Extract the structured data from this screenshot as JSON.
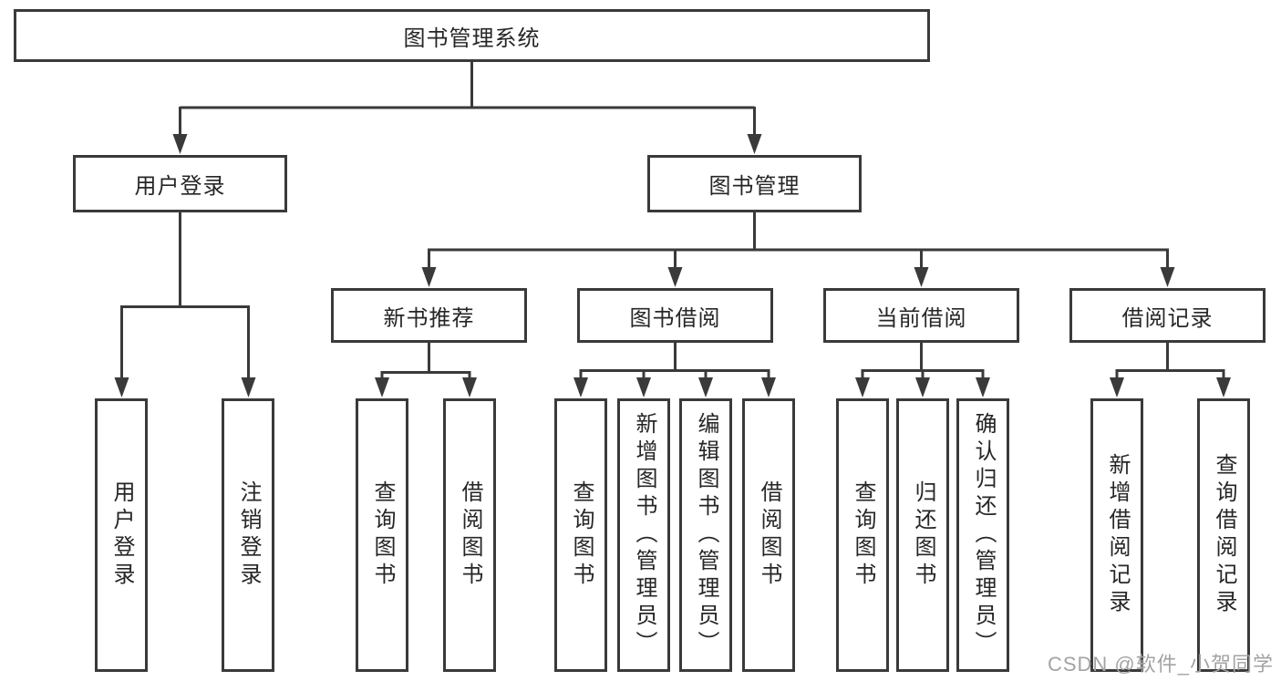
{
  "diagram": {
    "tree": {
      "label": "图书管理系统",
      "children": [
        {
          "label": "用户登录",
          "children": [
            {
              "label": "用户登录"
            },
            {
              "label": "注销登录"
            }
          ]
        },
        {
          "label": "图书管理",
          "children": [
            {
              "label": "新书推荐",
              "children": [
                {
                  "label": "查询图书"
                },
                {
                  "label": "借阅图书"
                }
              ]
            },
            {
              "label": "图书借阅",
              "children": [
                {
                  "label": "查询图书"
                },
                {
                  "label": "新增图书（管理员）"
                },
                {
                  "label": "编辑图书（管理员）"
                },
                {
                  "label": "借阅图书"
                }
              ]
            },
            {
              "label": "当前借阅",
              "children": [
                {
                  "label": "查询图书"
                },
                {
                  "label": "归还图书"
                },
                {
                  "label": "确认归还（管理员）"
                }
              ]
            },
            {
              "label": "借阅记录",
              "children": [
                {
                  "label": "新增借阅记录"
                },
                {
                  "label": "查询借阅记录"
                }
              ]
            }
          ]
        }
      ]
    },
    "colors": {
      "line": "#3a3a3a",
      "text": "#262626",
      "background": "#ffffff",
      "watermark": "#a3a3a3"
    }
  },
  "watermark": {
    "text": "CSDN @软件_小贺同学"
  }
}
